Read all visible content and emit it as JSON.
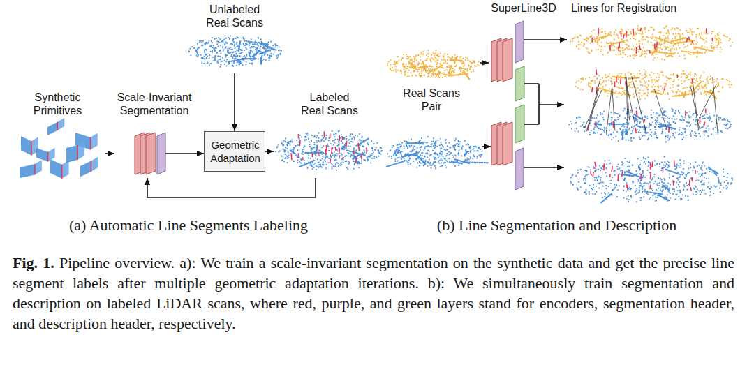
{
  "diagram": {
    "caption": "Fig. 1. Pipeline overview. a): We train a scale-invariant segmentation on the synthetic data and get the precise line segment labels after multiple geometric adaptation iterations. b): We simultaneously train segmentation and description on labeled LiDAR scans, where red, purple, and green layers stand for encoders, segmentation header, and description header, respectively.",
    "nodes": [
      {
        "text": [
          "Unlabeled Real Scans"
        ]
      },
      {
        "text": [
          "Synthetic Primitives"
        ]
      },
      {
        "text": [
          "Scale-Invariant Segmentation"
        ]
      },
      {
        "text": [
          "Geometric Adaptation"
        ]
      },
      {
        "text": [
          "Labeled Real Scans"
        ]
      },
      {
        "text": [
          "Real Scans Pair"
        ]
      },
      {
        "text": [
          "SuperLine3D"
        ]
      },
      {
        "text": [
          "Lines for Registration"
        ]
      }
    ],
    "edges": [
      {
        "from": 1,
        "to": 2,
        "arrow": "to"
      },
      {
        "from": 0,
        "to": 3,
        "arrow": "to"
      },
      {
        "from": 2,
        "to": 3,
        "arrow": "to"
      },
      {
        "from": 3,
        "to": 4,
        "arrow": "to"
      },
      {
        "from": 4,
        "to": 2,
        "arrow": "to"
      },
      {
        "from": 5,
        "to": 6,
        "arrow": "to"
      },
      {
        "from": 6,
        "to": 7,
        "arrow": "to"
      }
    ],
    "labels": [
      "(a) Automatic Line Segments Labeling",
      "(b) Line Segmentation and Description"
    ]
  }
}
